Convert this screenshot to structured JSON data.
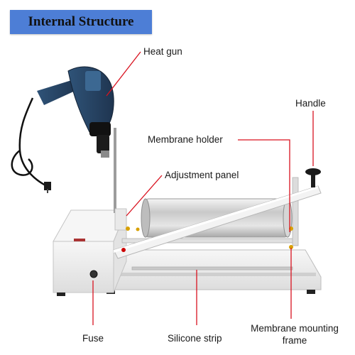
{
  "title": "Internal Structure",
  "labels": {
    "heat_gun": "Heat gun",
    "handle": "Handle",
    "membrane_holder": "Membrane holder",
    "adjustment_panel": "Adjustment panel",
    "fuse": "Fuse",
    "silicone_strip": "Silicone strip",
    "membrane_mounting_frame": "Membrane mounting frame"
  },
  "colors": {
    "banner": "#4d7ed6",
    "leader_line": "#d9121f",
    "machine_body": "#efefef",
    "heat_gun_body": "#2b4a6b"
  }
}
